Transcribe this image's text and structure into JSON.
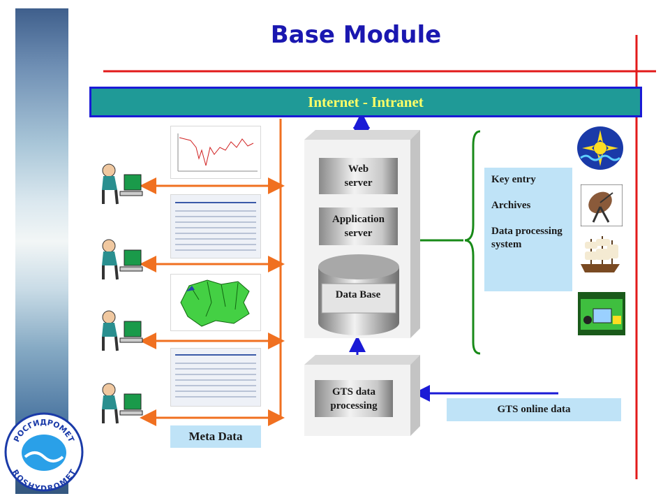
{
  "title": "Base Module",
  "banner": "Internet - Intranet",
  "servers": {
    "web": "Web\nserver",
    "application": "Application\nserver",
    "database": "Data Base",
    "gts_processing": "GTS data\nprocessing"
  },
  "sources": [
    "Key entry",
    "Archives",
    "Data processing system"
  ],
  "gts_online": "GTS online data",
  "meta": "Meta Data",
  "logo": {
    "top_text": "РОСГИДРОМЕТ",
    "bottom_text": "ROSHYDROMET"
  },
  "colors": {
    "title": "#1a17b0",
    "banner": "#1f9a97",
    "banner_text": "#ffff66",
    "orange": "#f07020",
    "red": "#e21a1a",
    "green": "#188a18",
    "blue": "#1a1ad6",
    "lightblue": "#bfe3f7"
  }
}
